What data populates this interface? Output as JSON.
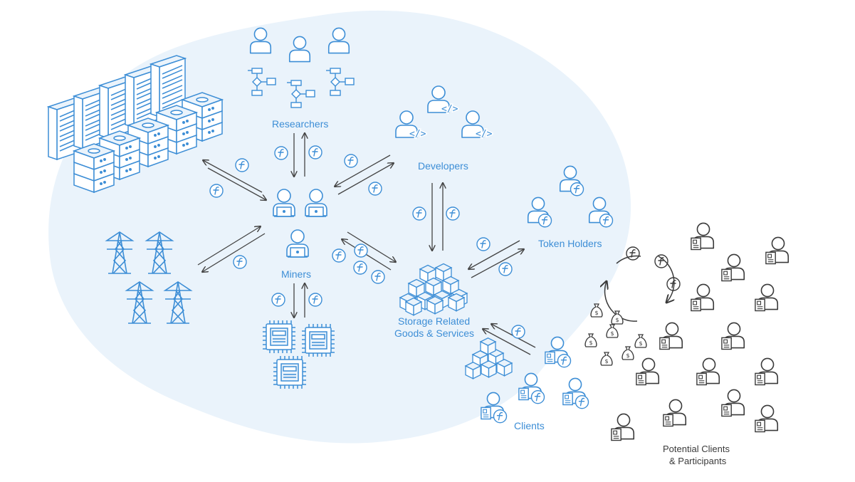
{
  "labels": {
    "researchers": "Researchers",
    "developers": "Developers",
    "token_holders": "Token Holders",
    "miners": "Miners",
    "storage_line1": "Storage Related",
    "storage_line2": "Goods & Services",
    "clients": "Clients",
    "potential_line1": "Potential Clients",
    "potential_line2": "& Participants"
  },
  "colors": {
    "blue": "#3d8ed6",
    "blob": "#eaf3fb",
    "gray": "#3a3a3a",
    "arrow": "#444444"
  },
  "icons": {
    "token": "filecoin-token-icon",
    "person": "person-icon",
    "laptop": "laptop-icon",
    "code": "code-icon",
    "flowchart": "flowchart-icon",
    "server": "server-rack-icon",
    "tower": "power-tower-icon",
    "chip": "chip-icon",
    "cube": "cube-icon",
    "document": "document-icon",
    "money_bag": "money-bag-icon",
    "cycle": "cycle-icon"
  }
}
